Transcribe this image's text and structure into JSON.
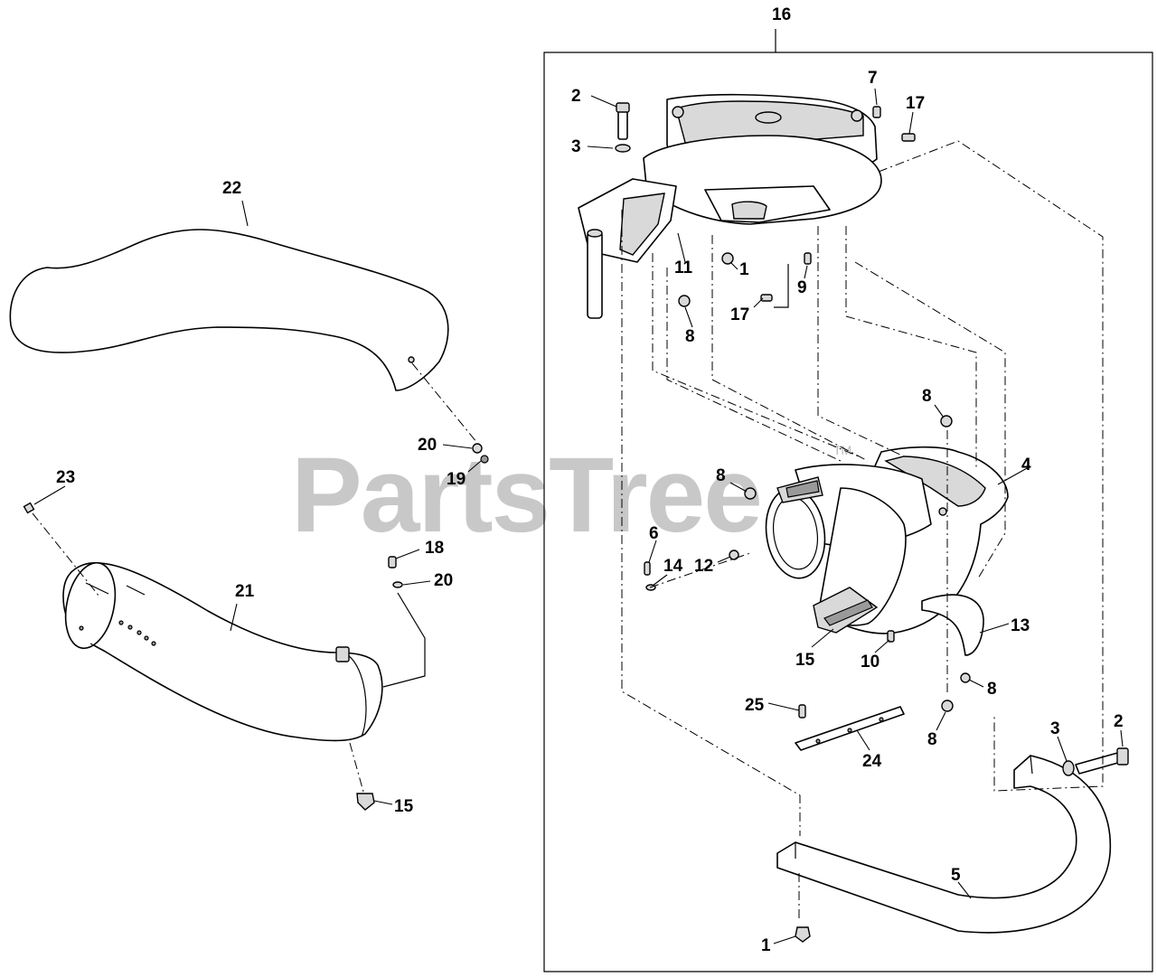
{
  "watermark": {
    "text": "PartsTree",
    "trademark": "TM"
  },
  "assembly_label": "16",
  "callouts": {
    "c1a": "1",
    "c1b": "1",
    "c2a": "2",
    "c2b": "2",
    "c3a": "3",
    "c3b": "3",
    "c4": "4",
    "c5": "5",
    "c6": "6",
    "c7": "7",
    "c8a": "8",
    "c8b": "8",
    "c8c": "8",
    "c8d": "8",
    "c8e": "8",
    "c9": "9",
    "c10": "10",
    "c11": "11",
    "c12": "12",
    "c13": "13",
    "c14": "14",
    "c15a": "15",
    "c15b": "15",
    "c17a": "17",
    "c17b": "17",
    "c18": "18",
    "c19": "19",
    "c20a": "20",
    "c20b": "20",
    "c21": "21",
    "c22": "22",
    "c23": "23",
    "c24": "24",
    "c25": "25"
  }
}
